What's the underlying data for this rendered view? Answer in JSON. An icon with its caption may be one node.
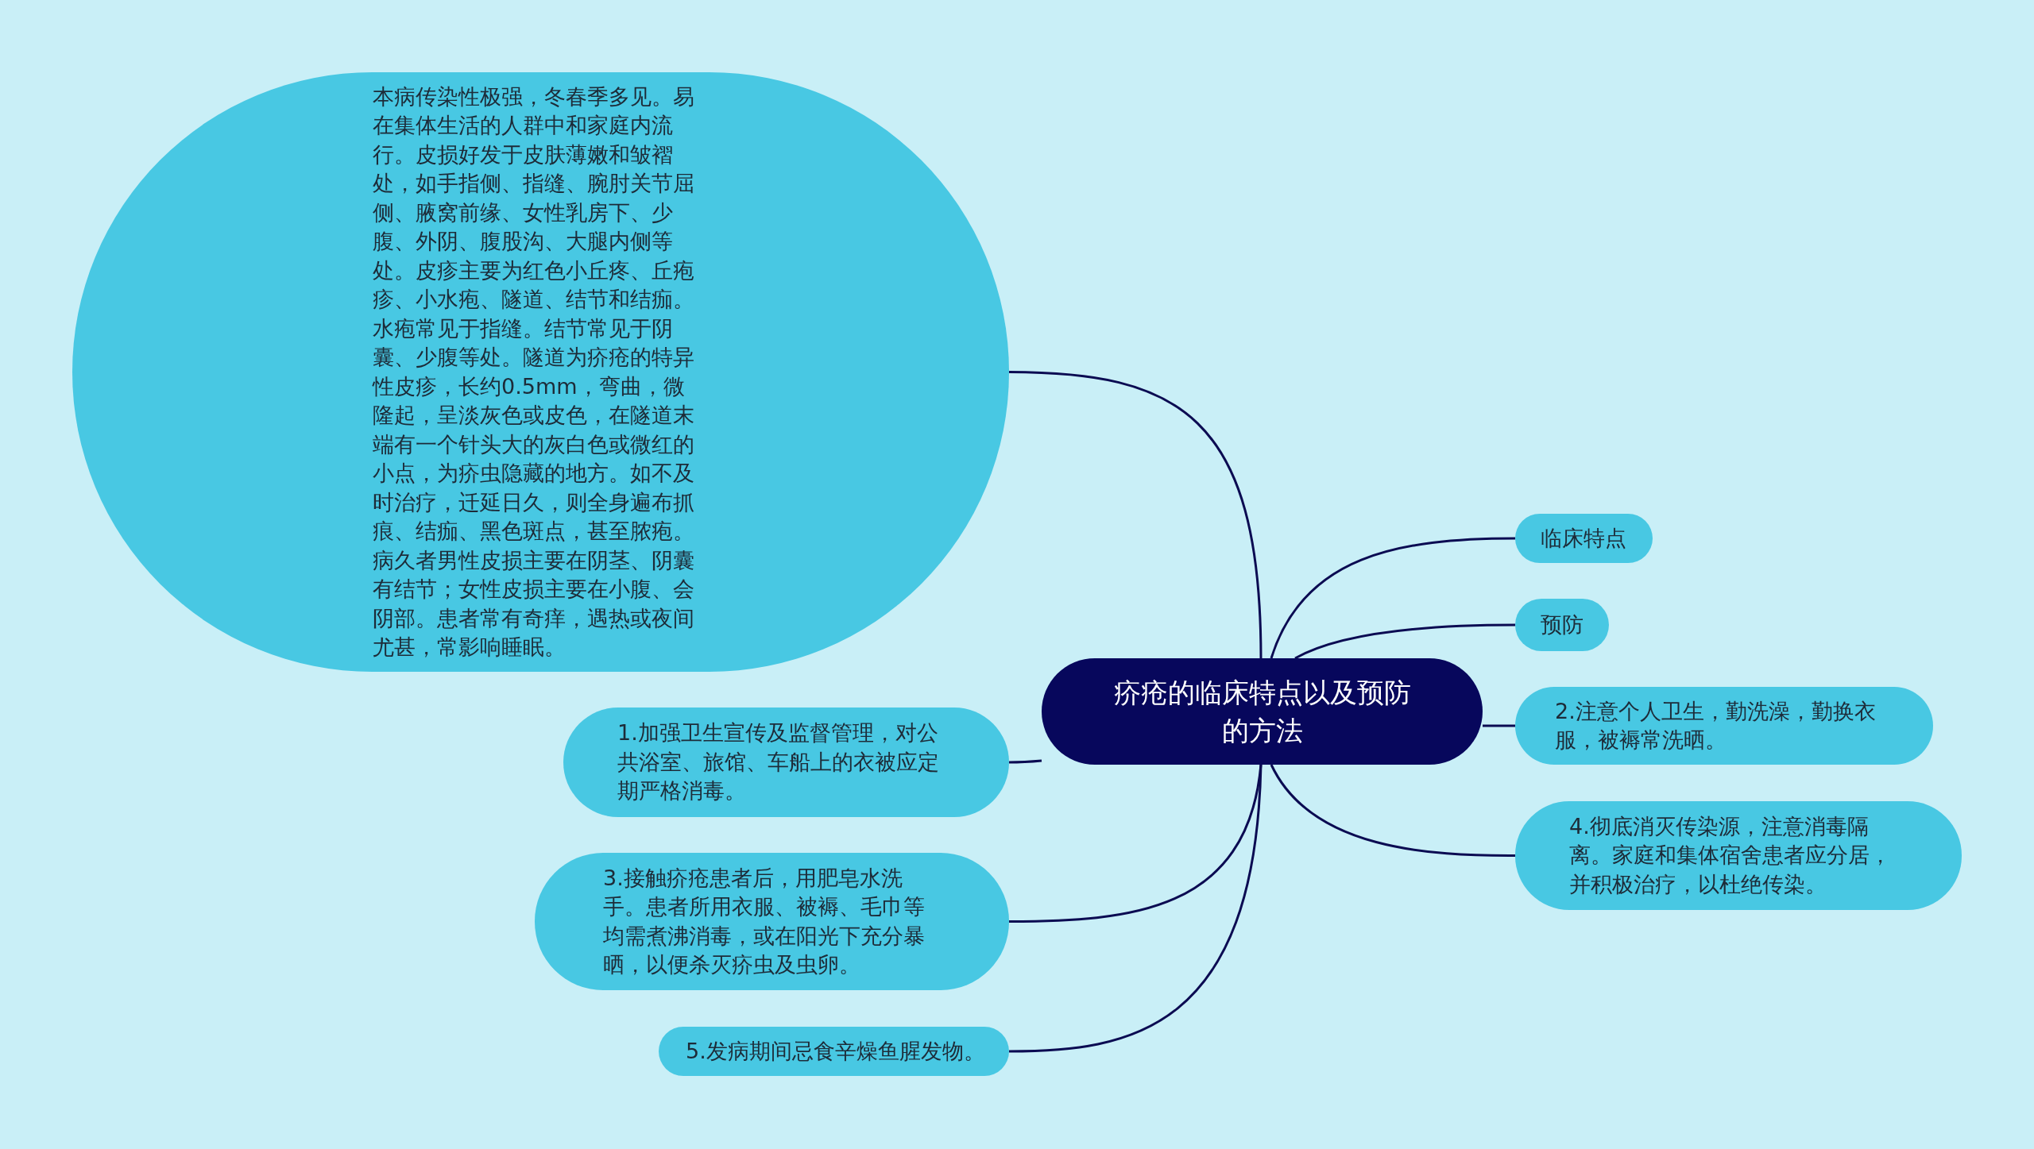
{
  "diagram": {
    "nodes": [
      {
        "text": [
          "疥疮的临床特点以及预防的方法"
        ]
      },
      {
        "text": [
          "本病传染性极强，冬春季多见。易在集体生活的人群中和家庭内流行。皮损好发于皮肤薄嫩和皱褶处，如手指侧、指缝、腕肘关节屈侧、腋窝前缘、女性乳房下、少腹、外阴、腹股沟、大腿内侧等处。皮疹主要为红色小丘疼、丘疱疹、小水疱、隧道、结节和结痂。水疱常见于指缝。结节常见于阴囊、少腹等处。隧道为疥疮的特异性皮疹，长约0.5mm，弯曲，微隆起，呈淡灰色或皮色，在隧道末端有一个针头大的灰白色或微红的小点，为疥虫隐藏的地方。如不及时治疗，迁延日久，则全身遍布抓痕、结痂、黑色斑点，甚至脓疱。病久者男性皮损主要在阴茎、阴囊有结节；女性皮损主要在小腹、会阴部。患者常有奇痒，遇热或夜间尤甚，常影响睡眠。"
        ]
      },
      {
        "text": [
          "临床特点"
        ]
      },
      {
        "text": [
          "预防"
        ]
      },
      {
        "text": [
          "2.注意个人卫生，勤洗澡，勤换衣服，被褥常洗晒。"
        ]
      },
      {
        "text": [
          "4.彻底消灭传染源，注意消毒隔离。家庭和集体宿舍患者应分居，并积极治疗，以杜绝传染。"
        ]
      },
      {
        "text": [
          "1.加强卫生宣传及监督管理，对公共浴室、旅馆、车船上的衣被应定期严格消毒。"
        ]
      },
      {
        "text": [
          "3.接触疥疮患者后，用肥皂水洗手。患者所用衣服、被褥、毛巾等均需煮沸消毒，或在阳光下充分暴晒，以便杀灭疥虫及虫卵。"
        ]
      },
      {
        "text": [
          "5.发病期间忌食辛燥鱼腥发物。"
        ]
      }
    ],
    "edges": [
      {
        "from": 0,
        "to": 1,
        "arrow": "none"
      },
      {
        "from": 0,
        "to": 2,
        "arrow": "none"
      },
      {
        "from": 0,
        "to": 3,
        "arrow": "none"
      },
      {
        "from": 0,
        "to": 4,
        "arrow": "none"
      },
      {
        "from": 0,
        "to": 5,
        "arrow": "none"
      },
      {
        "from": 0,
        "to": 6,
        "arrow": "none"
      },
      {
        "from": 0,
        "to": 7,
        "arrow": "none"
      },
      {
        "from": 0,
        "to": 8,
        "arrow": "none"
      }
    ]
  }
}
